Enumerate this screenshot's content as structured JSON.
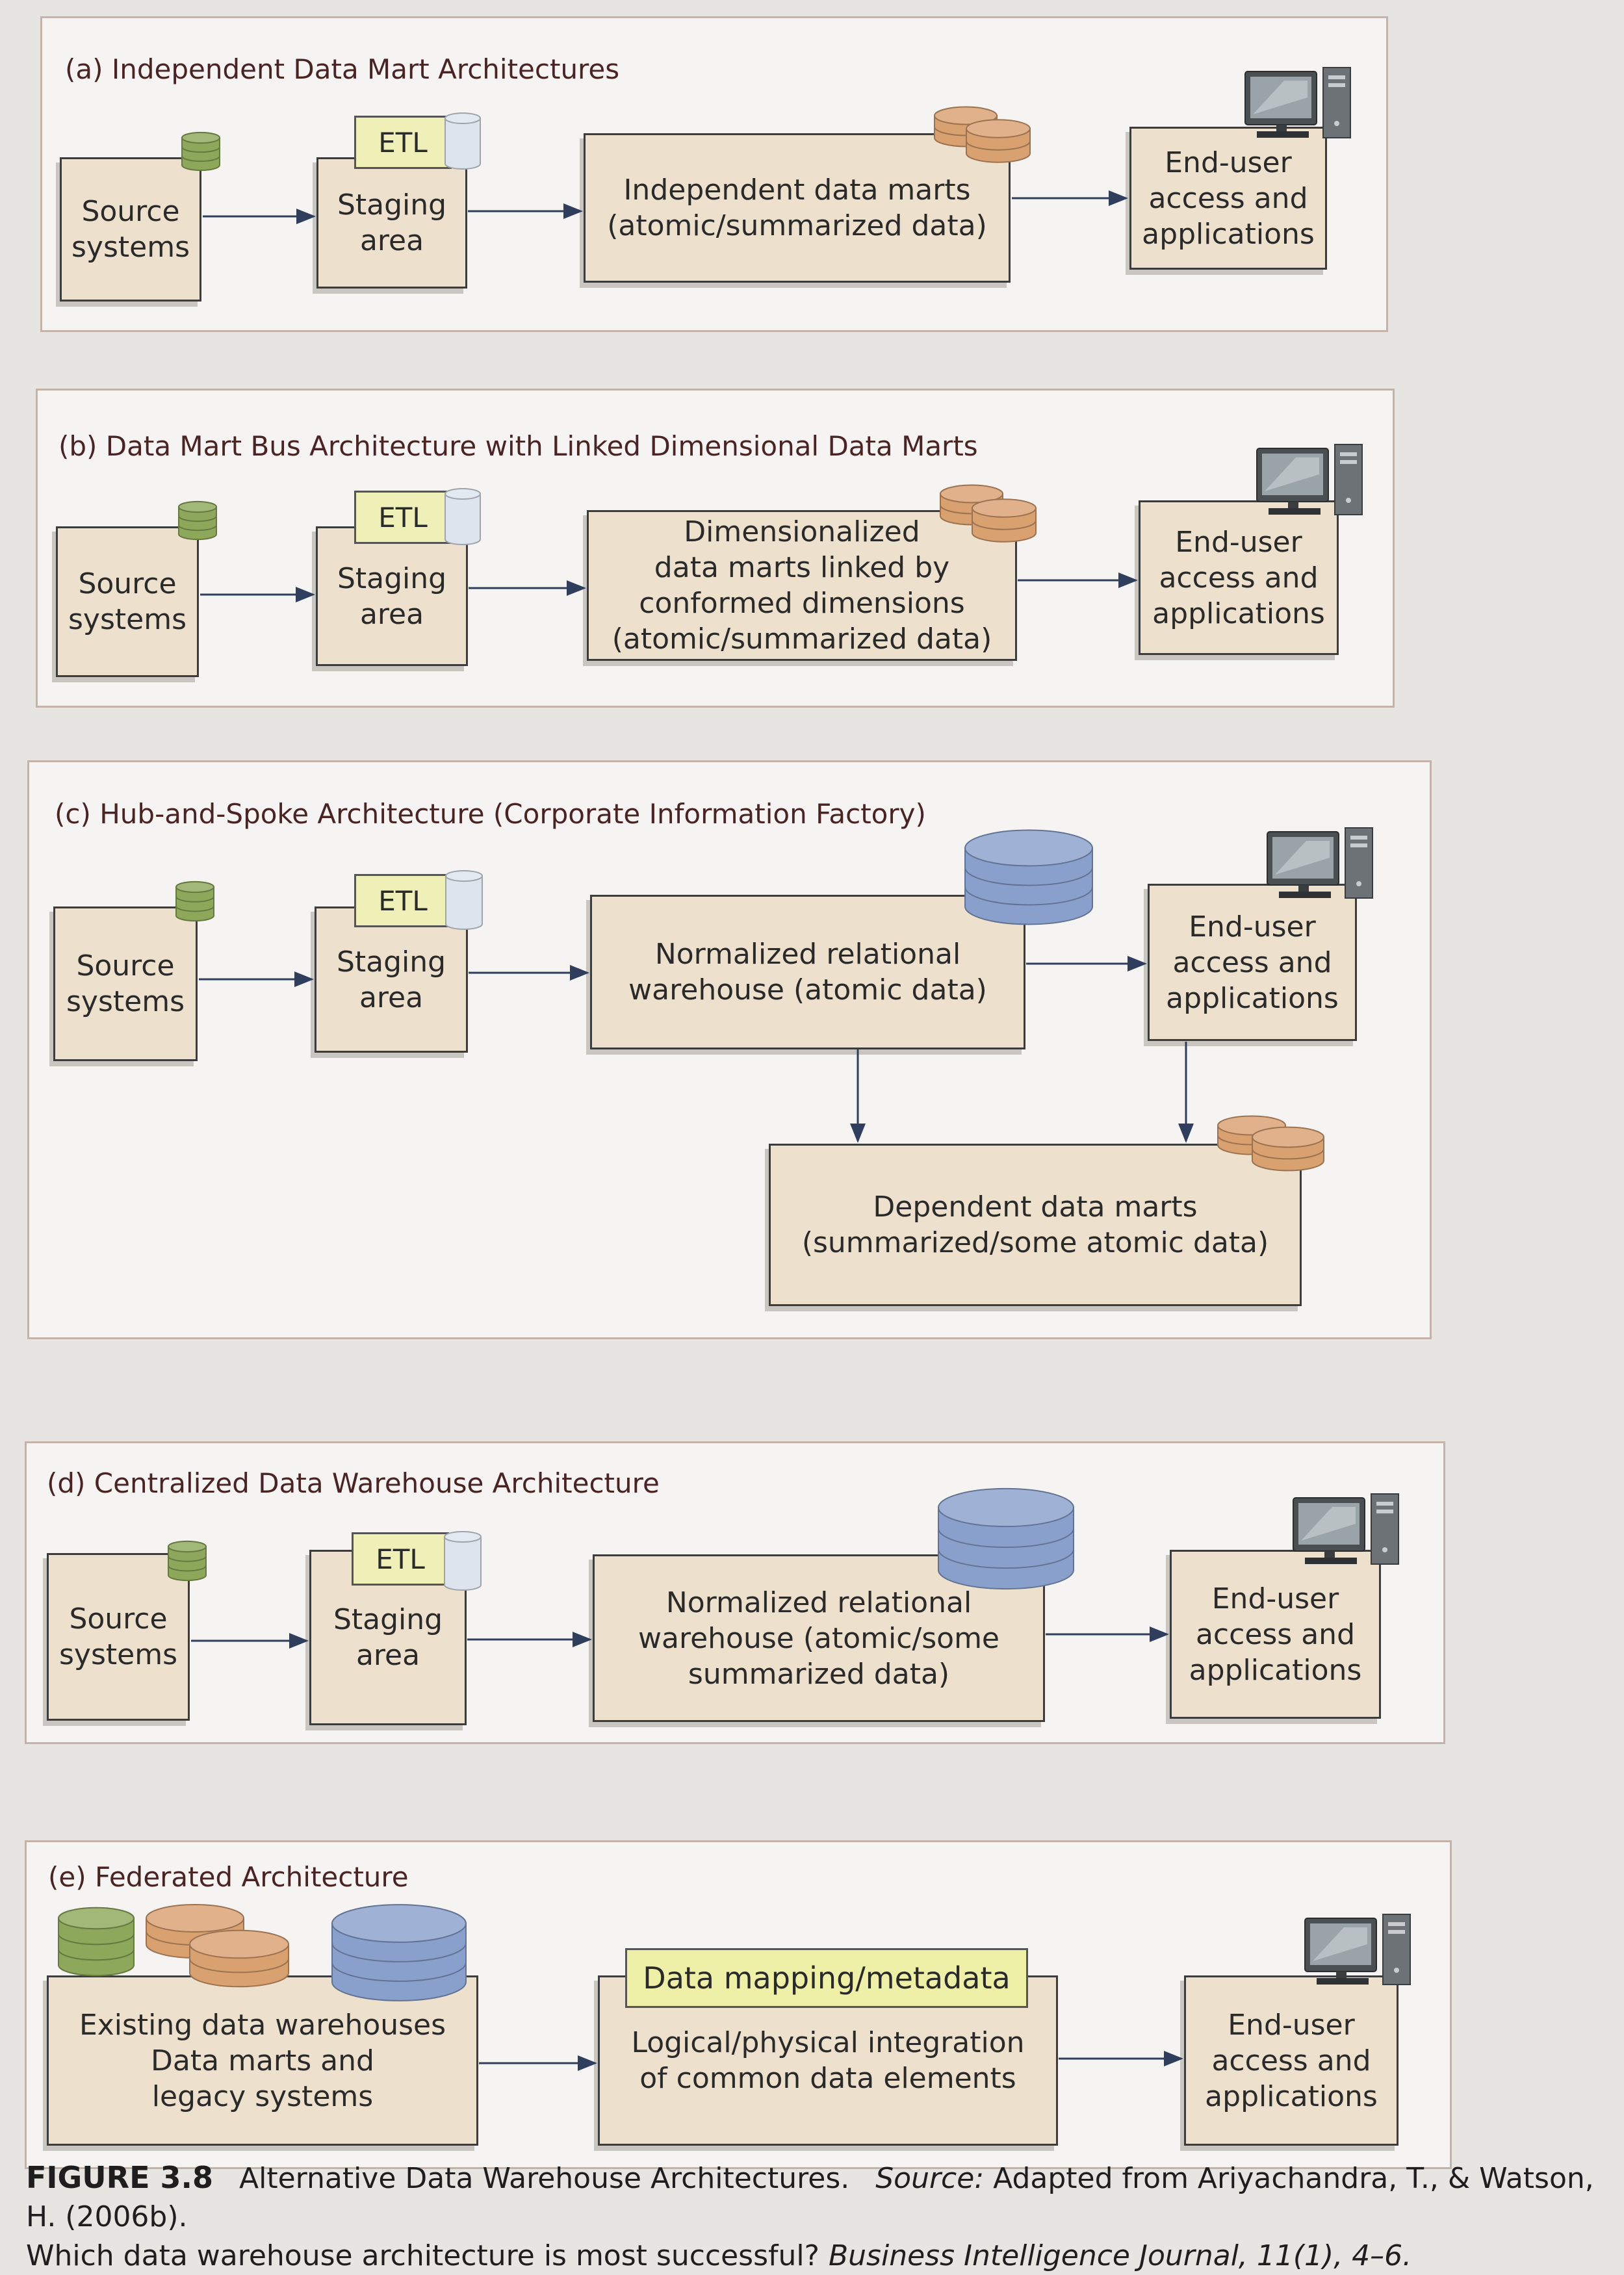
{
  "panels": {
    "a": {
      "title": "(a) Independent Data Mart Architectures",
      "source": "Source\nsystems",
      "etl": "ETL",
      "staging": "Staging\narea",
      "middle": "Independent data marts\n(atomic/summarized data)",
      "enduser": "End-user\naccess and\napplications"
    },
    "b": {
      "title": "(b) Data Mart Bus Architecture with Linked Dimensional Data Marts",
      "source": "Source\nsystems",
      "etl": "ETL",
      "staging": "Staging\narea",
      "middle": "Dimensionalized\ndata marts linked by\nconformed dimensions\n(atomic/summarized data)",
      "enduser": "End-user\naccess and\napplications"
    },
    "c": {
      "title": "(c) Hub-and-Spoke Architecture (Corporate Information Factory)",
      "source": "Source\nsystems",
      "etl": "ETL",
      "staging": "Staging\narea",
      "middle": "Normalized relational\nwarehouse (atomic data)",
      "enduser": "End-user\naccess and\napplications",
      "dependent": "Dependent data marts\n(summarized/some atomic data)"
    },
    "d": {
      "title": "(d) Centralized Data Warehouse Architecture",
      "source": "Source\nsystems",
      "etl": "ETL",
      "staging": "Staging\narea",
      "middle": "Normalized relational\nwarehouse (atomic/some\nsummarized data)",
      "enduser": "End-user\naccess and\napplications"
    },
    "e": {
      "title": "(e) Federated Architecture",
      "existing": "Existing data warehouses\nData marts and\nlegacy systems",
      "mapping": "Data mapping/metadata",
      "integration": "Logical/physical integration\nof common data elements",
      "enduser": "End-user\naccess and\napplications"
    }
  },
  "caption": {
    "figure": "FIGURE 3.8",
    "title": "Alternative Data Warehouse Architectures.",
    "source_label": "Source:",
    "source_text": "Adapted from Ariyachandra, T., & Watson, H. (2006b).",
    "line2_plain": "Which data warehouse architecture is most successful?",
    "journal": "Business Intelligence Journal, 11(1), 4–6."
  },
  "colors": {
    "box_fill": "#ede0cc",
    "etl_fill": "#eef0b8",
    "source_db": "#8da85a",
    "mart_db": "#d9a070",
    "warehouse_db": "#8aa0cc",
    "staging_db": "#dde4ee",
    "title_text": "#4a2424"
  },
  "icons": [
    "database-cylinder-icon",
    "computer-workstation-icon",
    "arrow-icon"
  ]
}
